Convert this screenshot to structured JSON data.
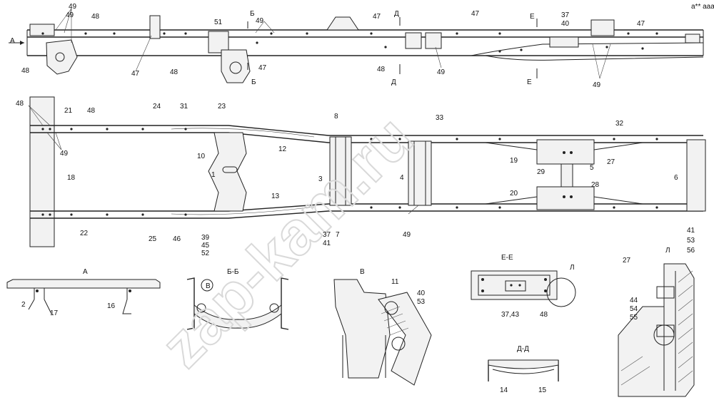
{
  "corner_code": "а** ааа",
  "watermark": "zap-kam.ru",
  "top_view": {
    "arrow_label": "А",
    "labels": [
      "49",
      "48",
      "49",
      "48",
      "47",
      "48",
      "51",
      "Б",
      "49",
      "47",
      "Б",
      "47",
      "Д",
      "48",
      "Д",
      "49",
      "47",
      "Е",
      "37",
      "40",
      "Е",
      "47",
      "49"
    ]
  },
  "plan_view": {
    "labels": [
      "48",
      "21",
      "48",
      "49",
      "18",
      "24",
      "31",
      "23",
      "10",
      "1",
      "12",
      "8",
      "3",
      "33",
      "4",
      "13",
      "37",
      "41",
      "7",
      "49",
      "22",
      "25",
      "46",
      "39",
      "45",
      "52",
      "32",
      "19",
      "27",
      "5",
      "29",
      "28",
      "20",
      "6",
      "41",
      "53",
      "56"
    ]
  },
  "details": {
    "a": {
      "title": "А",
      "labels": [
        "2",
        "17",
        "16"
      ]
    },
    "b": {
      "title": "Б-Б",
      "labels": [
        "В"
      ]
    },
    "v": {
      "title": "В",
      "labels": [
        "11",
        "40",
        "53"
      ]
    },
    "e": {
      "title": "Е-Е",
      "labels": [
        "Л",
        "37,43",
        "48"
      ]
    },
    "d": {
      "title": "Д-Д",
      "labels": [
        "14",
        "15"
      ]
    },
    "l": {
      "title": "Л",
      "labels": [
        "27",
        "44",
        "54",
        "55"
      ]
    }
  }
}
